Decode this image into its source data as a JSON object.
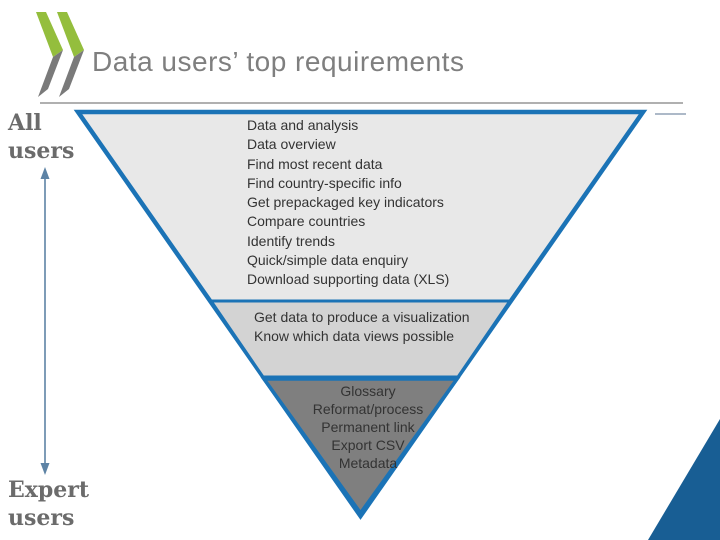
{
  "slide": {
    "title": "Data users’ top requirements",
    "logo_name": "oecd-chevrons-logo"
  },
  "spectrum": {
    "top_label": "All users",
    "bottom_label": "Expert users"
  },
  "funnel": {
    "sections": [
      {
        "name": "all-users-requirements",
        "items": [
          "Data and analysis",
          "Data overview",
          "Find most recent data",
          "Find country-specific info",
          "Get prepackaged key indicators",
          "Compare countries",
          "Identify trends",
          "Quick/simple data enquiry",
          "Download supporting data (XLS)"
        ]
      },
      {
        "name": "intermediate-requirements",
        "items": [
          "Get data to produce a visualization",
          "Know which data views possible"
        ]
      },
      {
        "name": "expert-requirements",
        "items": [
          "Glossary",
          "Reformat/process",
          "Permanent link",
          "Export CSV",
          "Metadata"
        ]
      }
    ]
  },
  "colors": {
    "accent_blue": "#1b73b6",
    "corner_navy": "#185e94",
    "section1_fill": "#e8e8e8",
    "section2_fill": "#d3d3d3",
    "section3_fill": "#7f7f7f",
    "logo_green": "#94be3d",
    "logo_gray": "#7a7a7a",
    "title_gray": "#7f7f7f",
    "arrow_blue_gray": "#5d83a5"
  }
}
